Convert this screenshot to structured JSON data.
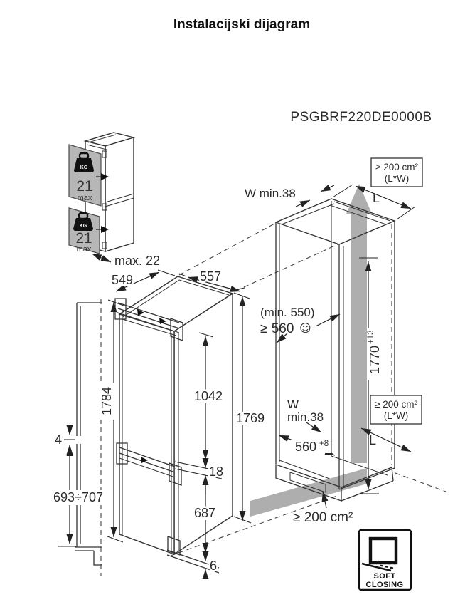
{
  "page": {
    "title": "Instalacijski dijagram",
    "model": "PSGBRF220DE0000B"
  },
  "weight_icon": {
    "panels": [
      {
        "kg": "KG",
        "value": "21",
        "max": "max"
      },
      {
        "kg": "KG",
        "value": "21",
        "max": "max"
      }
    ],
    "door_thickness": "max. 22"
  },
  "appliance": {
    "width": "549",
    "depth": "557",
    "overall_height": "1784",
    "upper_door_height": "1042",
    "height": "1769",
    "door_gap": "18",
    "lower_door_height": "687",
    "bottom_clearance": "6",
    "panel_gap": "4",
    "lower_panel_height": "693÷707"
  },
  "niche": {
    "top_clearance": "W min.38",
    "vent_top": "≥ 200 cm²",
    "vent_top_unit": "(L*W)",
    "length_top": "L",
    "depth_note": "(min. 550)",
    "depth_min": "≥ 560",
    "smiley": "☺",
    "height": "1770",
    "height_tolerance": "+13",
    "vent_mid": "≥ 200 cm²",
    "vent_mid_unit": "(L*W)",
    "length_mid": "L",
    "rear_clearance_label": "W",
    "rear_clearance_value": "min.38",
    "width": "560",
    "width_tolerance": "+8",
    "vent_bottom": "≥ 200 cm²"
  },
  "soft_closing": {
    "line1": "SOFT",
    "line2": "CLOSING"
  }
}
